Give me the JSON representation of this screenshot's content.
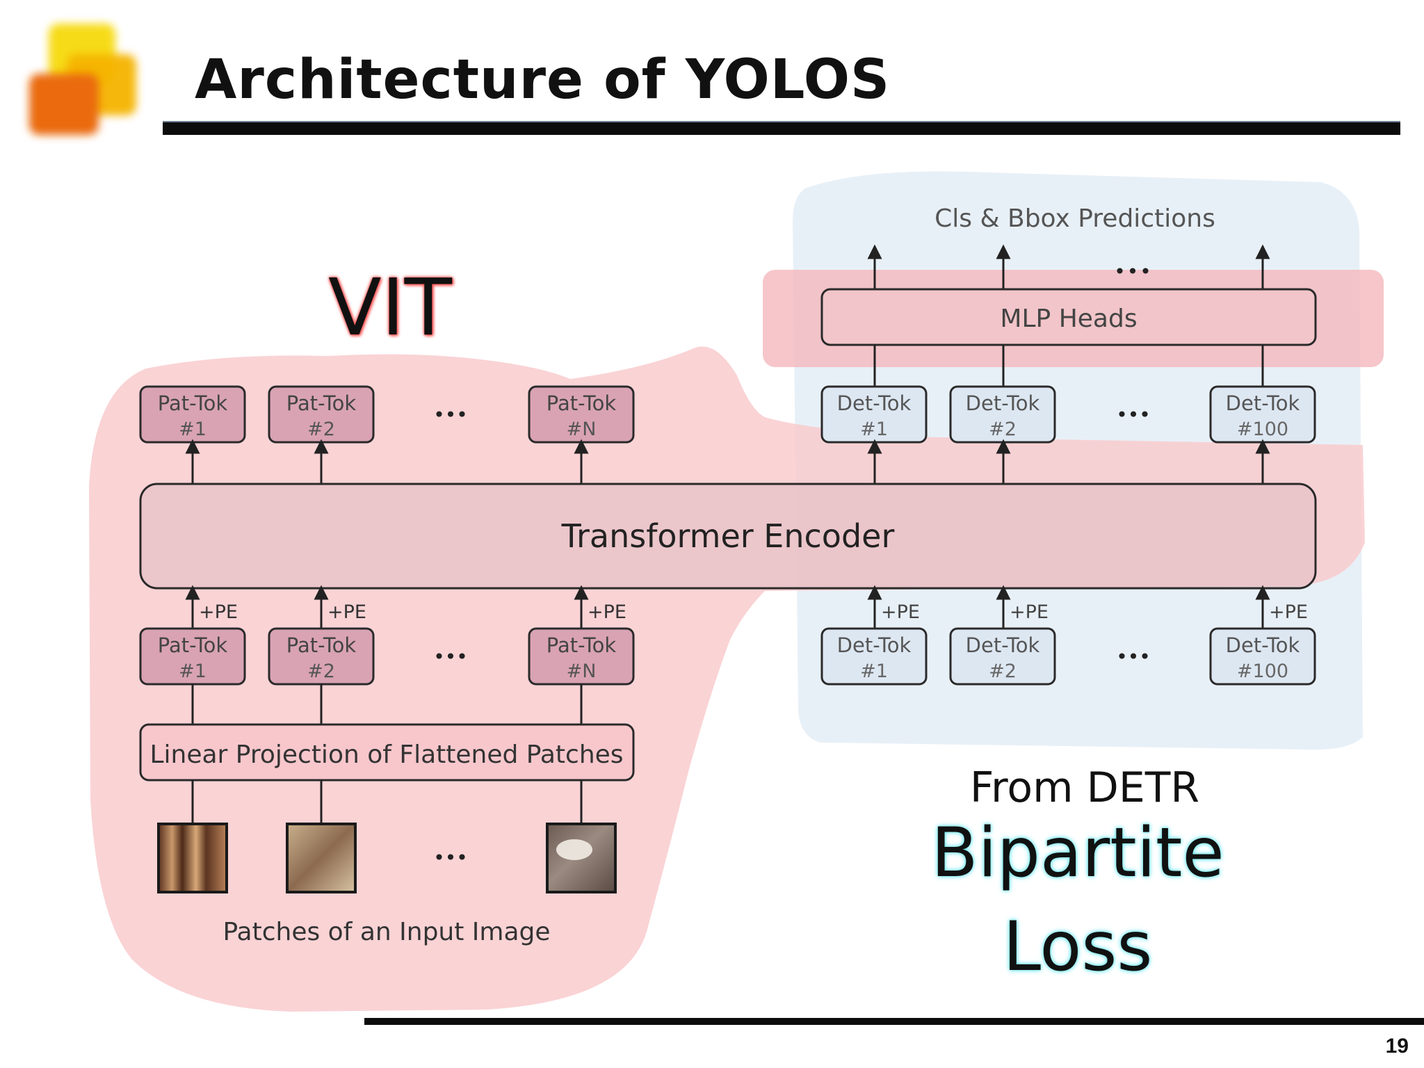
{
  "slide": {
    "title": "Architecture of YOLOS",
    "page_number": "19"
  },
  "annotations": {
    "vit_label": "VIT",
    "from_detr": "From DETR",
    "bipartite": "Bipartite",
    "loss": "Loss"
  },
  "diagram": {
    "predictions_label": "Cls & Bbox Predictions",
    "mlp_heads_label": "MLP Heads",
    "encoder_label": "Transformer Encoder",
    "projection_label": "Linear Projection of Flattened Patches",
    "patches_label": "Patches of an Input Image",
    "pe_label": "+PE",
    "ellipsis": "•••",
    "patch_tokens": [
      {
        "name": "Pat-Tok",
        "num": "#1"
      },
      {
        "name": "Pat-Tok",
        "num": "#2"
      },
      {
        "name": "Pat-Tok",
        "num": "#N"
      }
    ],
    "det_tokens": [
      {
        "name": "Det-Tok",
        "num": "#1"
      },
      {
        "name": "Det-Tok",
        "num": "#2"
      },
      {
        "name": "Det-Tok",
        "num": "#100"
      }
    ]
  },
  "colors": {
    "vit_highlight": "#f9c9cc",
    "detr_highlight": "#e4edf6",
    "mlp_highlight": "#f4b8bd",
    "pat_tok_fill": "#d9a3b4",
    "det_tok_fill": "#dde7f2",
    "encoder_fill": "#e7c3c8",
    "projection_fill": "#f7c7cc"
  }
}
